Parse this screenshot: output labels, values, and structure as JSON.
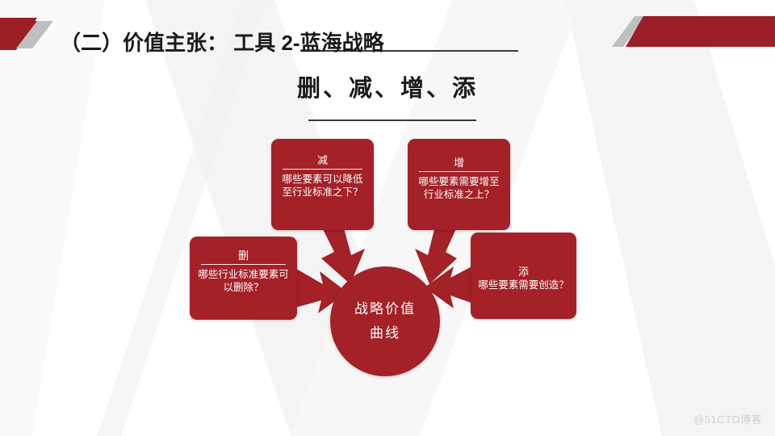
{
  "slide": {
    "title_main": "（二）价值主张：  工具 2-蓝海战略",
    "subtitle": "删、减、增、添",
    "watermark": "@51CTO博客"
  },
  "theme": {
    "accent_red": "#a32127",
    "ribbon_red": "#9b1f26",
    "ribbon_gray": "#bfbfbf",
    "text_dark": "#1a1a1a",
    "node_text": "#ffffff",
    "watermark_gray": "#cfcfcf",
    "background": "#ffffff"
  },
  "diagram": {
    "center": {
      "line1": "战略价值",
      "line2": "曲线"
    },
    "nodes": [
      {
        "id": "jian",
        "title": "减",
        "body": "哪些要素可以降低至行业标准之下？",
        "position": "top-left",
        "has_rule": true
      },
      {
        "id": "zeng",
        "title": "增",
        "body": "哪些要素需要增至行业标准之上？",
        "position": "top-right",
        "has_rule": true
      },
      {
        "id": "shan",
        "title": "删",
        "body": "哪些行业标准要素可以删除？",
        "position": "left",
        "has_rule": true
      },
      {
        "id": "tian",
        "title": "添",
        "body": "哪些要素需要创造？",
        "position": "right",
        "has_rule": false
      }
    ],
    "arrows": [
      {
        "from": "jian",
        "to": "center",
        "direction": "down-right"
      },
      {
        "from": "zeng",
        "to": "center",
        "direction": "down-left"
      },
      {
        "from": "shan",
        "to": "center",
        "direction": "right"
      },
      {
        "from": "tian",
        "to": "center",
        "direction": "left"
      }
    ]
  }
}
